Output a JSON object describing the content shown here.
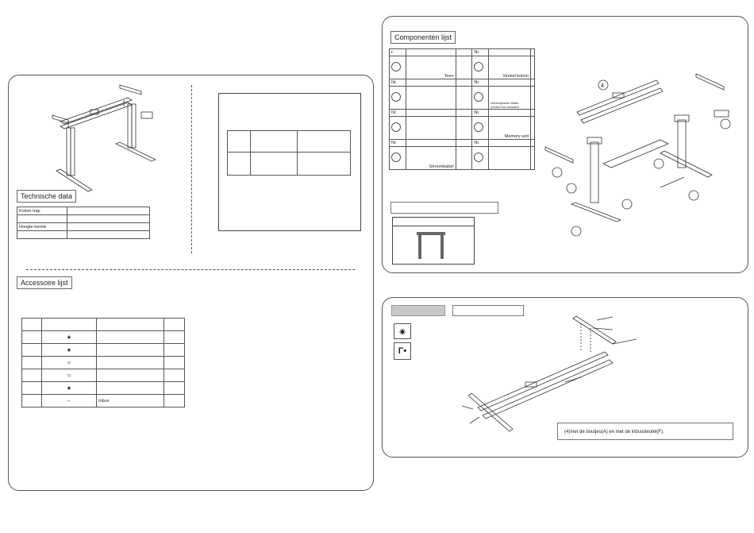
{
  "left_panel": {
    "technische_data": {
      "title": "Technische data",
      "rows": [
        {
          "label": "Kolom trap",
          "value": ""
        },
        {
          "label": "",
          "value": ""
        },
        {
          "label": "Hoogte bereik",
          "value": ""
        },
        {
          "label": "",
          "value": ""
        }
      ]
    },
    "accessoire_lijst": {
      "title": "Accessoire lijst",
      "rows": [
        {
          "nr": "",
          "icon": "",
          "desc": "",
          "qty": ""
        },
        {
          "nr": "",
          "icon": "bolt-icon",
          "desc": "",
          "qty": ""
        },
        {
          "nr": "",
          "icon": "bolt-icon",
          "desc": "",
          "qty": ""
        },
        {
          "nr": "",
          "icon": "long-bolt-icon",
          "desc": "",
          "qty": ""
        },
        {
          "nr": "",
          "icon": "long-bolt-icon",
          "desc": "",
          "qty": ""
        },
        {
          "nr": "",
          "icon": "screw-icon",
          "desc": "",
          "qty": ""
        },
        {
          "nr": "",
          "icon": "hex-key-icon",
          "desc": "Inbus",
          "qty": ""
        }
      ]
    }
  },
  "componenten": {
    "title": "Componenten lijst",
    "header_left": "r.",
    "header_right": "Nr.",
    "nr_label": "Nr.",
    "items": {
      "teen": "Teen",
      "versiel_kolom": "Versiel kolom",
      "telescopic": "telescopische beam",
      "control_box": "control box included",
      "memory_unit": "Memory unit",
      "stroomkabel": "Stroomkabel"
    },
    "callout_4": "4"
  },
  "assembly": {
    "instruction": "(4)met de boutjes(A) en met de inbussleutel(F)."
  }
}
